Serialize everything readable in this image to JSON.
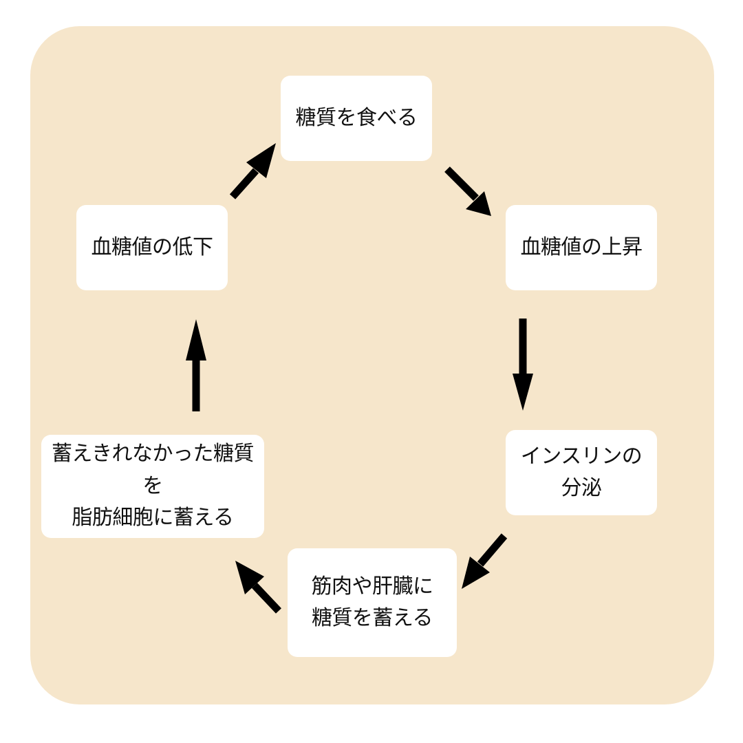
{
  "diagram": {
    "colors": {
      "panel": "#f6e6cb",
      "node": "#ffffff",
      "text": "#111111",
      "arrow": "#000000"
    },
    "steps": [
      {
        "id": "eat-carbs",
        "lines": [
          "糖質を食べる"
        ]
      },
      {
        "id": "blood-sugar-rise",
        "lines": [
          "血糖値の上昇"
        ]
      },
      {
        "id": "insulin-secretion",
        "lines": [
          "インスリンの分泌"
        ]
      },
      {
        "id": "store-muscle-liver",
        "lines": [
          "筋肉や肝臓に",
          "糖質を蓄える"
        ]
      },
      {
        "id": "store-fat-cells",
        "lines": [
          "蓄えきれなかった糖質を",
          "脂肪細胞に蓄える"
        ]
      },
      {
        "id": "blood-sugar-drop",
        "lines": [
          "血糖値の低下"
        ]
      }
    ]
  }
}
